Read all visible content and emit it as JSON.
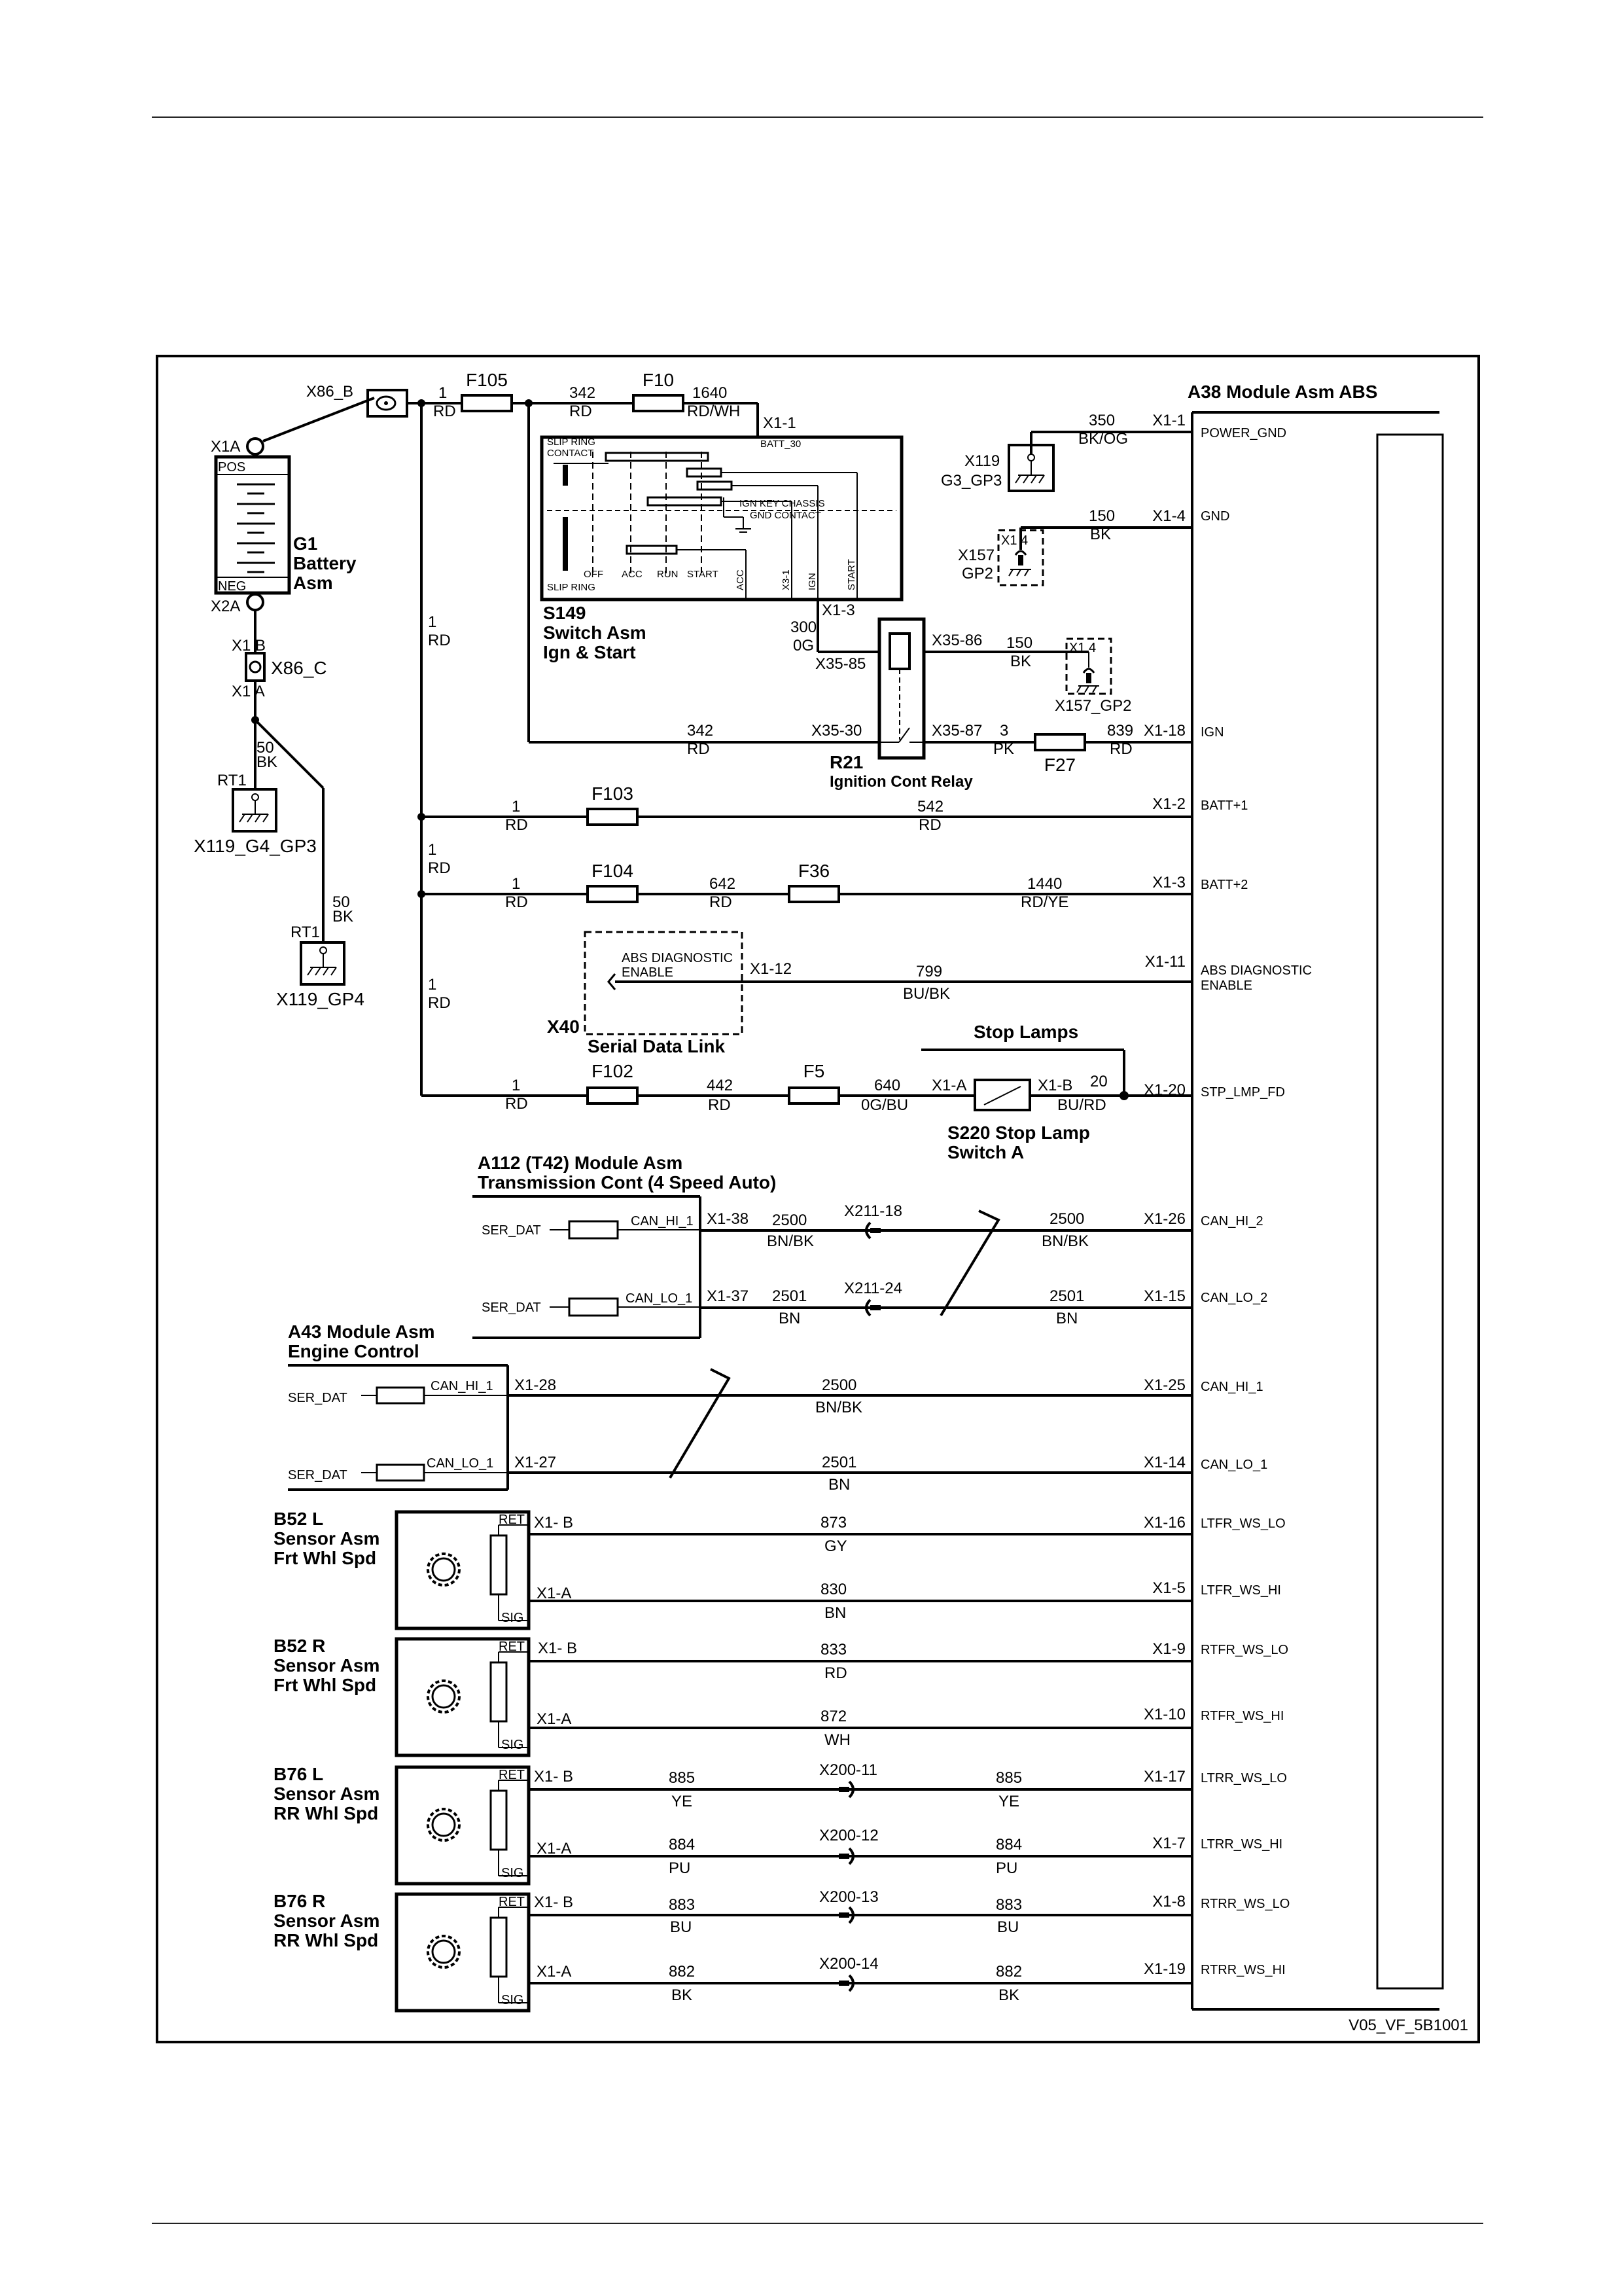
{
  "diagram_id": "V05_VF_5B1001",
  "module": {
    "name": "A38 Module Asm ABS",
    "pins": [
      {
        "pin": "X1-1",
        "signal": "POWER_GND"
      },
      {
        "pin": "X1-4",
        "signal": "GND"
      },
      {
        "pin": "X1-18",
        "signal": "IGN"
      },
      {
        "pin": "X1-2",
        "signal": "BATT+1"
      },
      {
        "pin": "X1-3",
        "signal": "BATT+2"
      },
      {
        "pin": "X1-11",
        "signal_l1": "ABS DIAGNOSTIC",
        "signal_l2": "ENABLE"
      },
      {
        "pin": "X1-20",
        "signal": "STP_LMP_FD"
      },
      {
        "pin": "X1-26",
        "signal": "CAN_HI_2"
      },
      {
        "pin": "X1-15",
        "signal": "CAN_LO_2"
      },
      {
        "pin": "X1-25",
        "signal": "CAN_HI_1"
      },
      {
        "pin": "X1-14",
        "signal": "CAN_LO_1"
      },
      {
        "pin": "X1-16",
        "signal": "LTFR_WS_LO"
      },
      {
        "pin": "X1-5",
        "signal": "LTFR_WS_HI"
      },
      {
        "pin": "X1-9",
        "signal": "RTFR_WS_LO"
      },
      {
        "pin": "X1-10",
        "signal": "RTFR_WS_HI"
      },
      {
        "pin": "X1-17",
        "signal": "LTRR_WS_LO"
      },
      {
        "pin": "X1-7",
        "signal": "LTRR_WS_HI"
      },
      {
        "pin": "X1-8",
        "signal": "RTRR_WS_LO"
      },
      {
        "pin": "X1-19",
        "signal": "RTRR_WS_HI"
      }
    ]
  },
  "battery": {
    "name_l1": "G1",
    "name_l2": "Battery",
    "name_l3": "Asm",
    "pos": "POS",
    "neg": "NEG",
    "t1": "X1A",
    "t2": "X2A"
  },
  "x86b": "X86_B",
  "x86c": {
    "label": "X86_C",
    "top": "X1 B",
    "bottom": "X1 A"
  },
  "grounds": {
    "g4gp3": {
      "label": "X119_G4_GP3",
      "rt": "RT1",
      "circuit": "50",
      "color": "BK"
    },
    "gp4": {
      "label": "X119_GP4",
      "rt": "RT1",
      "circuit": "50",
      "color": "BK"
    },
    "g3gp3_l1": "X119",
    "g3gp3_l2": "G3_GP3",
    "gp2_l1": "X157",
    "gp2_l2": "GP2",
    "gp2_pin": "X1 4",
    "x157gp2": "X157_GP2",
    "x157gp2_pin": "X1 4"
  },
  "fuses": {
    "f105": "F105",
    "f10": "F10",
    "f103": "F103",
    "f104": "F104",
    "f36": "F36",
    "f102": "F102",
    "f5": "F5",
    "f27": "F27"
  },
  "wires": {
    "b1_c": "1",
    "b1_col": "RD",
    "w342_c": "342",
    "w342_col": "RD",
    "w1640_c": "1640",
    "w1640_col": "RD/WH",
    "vert1a_c": "1",
    "vert1a_col": "RD",
    "vert1b_c": "1",
    "vert1b_col": "RD",
    "vert1c_c": "1",
    "vert1c_col": "RD",
    "w350_c": "350",
    "w350_col": "BK/OG",
    "w150a_c": "150",
    "w150a_col": "BK",
    "w300_c": "300",
    "w300_col": "0G",
    "w150b_c": "150",
    "w150b_col": "BK",
    "w342b_c": "342",
    "w342b_col": "RD",
    "w3_c": "3",
    "w3_col": "PK",
    "w839_c": "839",
    "w839_col": "RD",
    "f103a_c": "1",
    "f103a_col": "RD",
    "w542_c": "542",
    "w542_col": "RD",
    "f104a_c": "1",
    "f104a_col": "RD",
    "w642_c": "642",
    "w642_col": "RD",
    "w1440_c": "1440",
    "w1440_col": "RD/YE",
    "w799_c": "799",
    "w799_col": "BU/BK",
    "f102a_c": "1",
    "f102a_col": "RD",
    "w442_c": "442",
    "w442_col": "RD",
    "w640_c": "640",
    "w640_col": "0G/BU",
    "w20_c": "20",
    "w20_col": "BU/RD",
    "w2500a_c": "2500",
    "w2500a_col": "BN/BK",
    "w2500b_c": "2500",
    "w2500b_col": "BN/BK",
    "w2501a_c": "2501",
    "w2501a_col": "BN",
    "w2501b_c": "2501",
    "w2501b_col": "BN",
    "w2500c_c": "2500",
    "w2500c_col": "BN/BK",
    "w2501c_c": "2501",
    "w2501c_col": "BN",
    "w873_c": "873",
    "w873_col": "GY",
    "w830_c": "830",
    "w830_col": "BN",
    "w833_c": "833",
    "w833_col": "RD",
    "w872_c": "872",
    "w872_col": "WH",
    "w885_c": "885",
    "w885_col": "YE",
    "w884_c": "884",
    "w884_col": "PU",
    "w883_c": "883",
    "w883_col": "BU",
    "w882_c": "882",
    "w882_col": "BK"
  },
  "switch_s149": {
    "name_l1": "S149",
    "name_l2": "Switch Asm",
    "name_l3": "Ign & Start",
    "pin_batt": "X1-1",
    "batt_label": "BATT_30",
    "pin_out": "X1-3",
    "slip_ring_contact_l1": "SLIP RING",
    "slip_ring_contact_l2": "CONTACT",
    "slip_ring": "SLIP RING",
    "ign_key_l1": "IGN KEY CHASSIS",
    "ign_key_l2": "GND CONTACT",
    "positions": [
      "OFF",
      "ACC",
      "RUN",
      "START"
    ],
    "outputs": [
      "ACC",
      "X3-1",
      "IGN",
      "START"
    ]
  },
  "relay_r21": {
    "name_l1": "R21",
    "name_l2": "Ignition Cont Relay",
    "p85": "X35-85",
    "p30": "X35-30",
    "p86": "X35-86",
    "p87": "X35-87"
  },
  "x40": {
    "name_l1": "X40",
    "name_l2": "Serial Data Link",
    "inner_l1": "ABS DIAGNOSTIC",
    "inner_l2": "ENABLE",
    "pin": "X1-12"
  },
  "stop_lamps": "Stop Lamps",
  "s220": {
    "name_l1": "S220 Stop Lamp",
    "name_l2": "Switch A",
    "pin_a": "X1-A",
    "pin_b": "X1-B"
  },
  "a112": {
    "name_l1": "A112 (T42) Module Asm",
    "name_l2": "Transmission  Cont (4 Speed Auto)",
    "ser_dat": "SER_DAT",
    "can_hi": "CAN_HI_1",
    "can_lo": "CAN_LO_1",
    "pin_hi": "X1-38",
    "pin_lo": "X1-37"
  },
  "a43": {
    "name_l1": "A43 Module Asm",
    "name_l2": "Engine Control",
    "ser_dat": "SER_DAT",
    "can_hi": "CAN_HI_1",
    "can_lo": "CAN_LO_1",
    "pin_hi": "X1-28",
    "pin_lo": "X1-27"
  },
  "connectors": {
    "x211_18": "X211-18",
    "x211_24": "X211-24",
    "x200_11": "X200-11",
    "x200_12": "X200-12",
    "x200_13": "X200-13",
    "x200_14": "X200-14"
  },
  "sensors": [
    {
      "name_l1": "B52 L",
      "name_l2": "Sensor Asm",
      "name_l3": "Frt Whl Spd",
      "ret": "RET",
      "sig": "SIG",
      "pin_b": "X1- B",
      "pin_a": "X1-A"
    },
    {
      "name_l1": "B52 R",
      "name_l2": "Sensor Asm",
      "name_l3": "Frt Whl Spd",
      "ret": "RET",
      "sig": "SIG",
      "pin_b": "X1- B",
      "pin_a": "X1-A"
    },
    {
      "name_l1": "B76 L",
      "name_l2": "Sensor Asm",
      "name_l3": "RR Whl Spd",
      "ret": "RET",
      "sig": "SIG",
      "pin_b": "X1- B",
      "pin_a": "X1-A"
    },
    {
      "name_l1": "B76 R",
      "name_l2": "Sensor Asm",
      "name_l3": "RR Whl Spd",
      "ret": "RET",
      "sig": "SIG",
      "pin_b": "X1- B",
      "pin_a": "X1-A"
    }
  ]
}
